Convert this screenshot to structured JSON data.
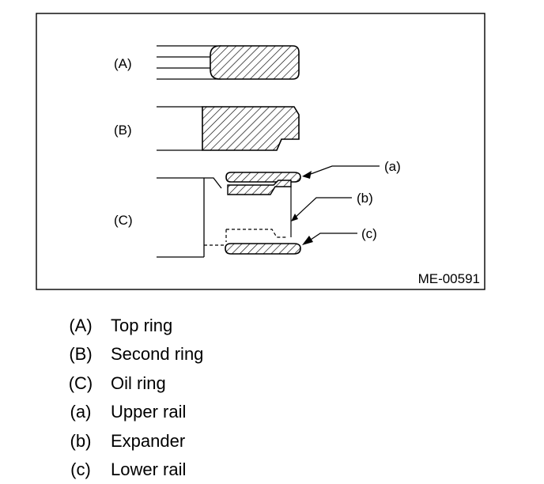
{
  "figure": {
    "code": "ME-00591",
    "labels": {
      "A": "(A)",
      "B": "(B)",
      "C": "(C)",
      "a": "(a)",
      "b": "(b)",
      "c": "(c)"
    }
  },
  "legend": [
    {
      "key": "(A)",
      "text": "Top ring"
    },
    {
      "key": "(B)",
      "text": "Second ring"
    },
    {
      "key": "(C)",
      "text": "Oil ring"
    },
    {
      "key": "(a)",
      "text": "Upper rail"
    },
    {
      "key": "(b)",
      "text": "Expander"
    },
    {
      "key": "(c)",
      "text": "Lower rail"
    }
  ]
}
